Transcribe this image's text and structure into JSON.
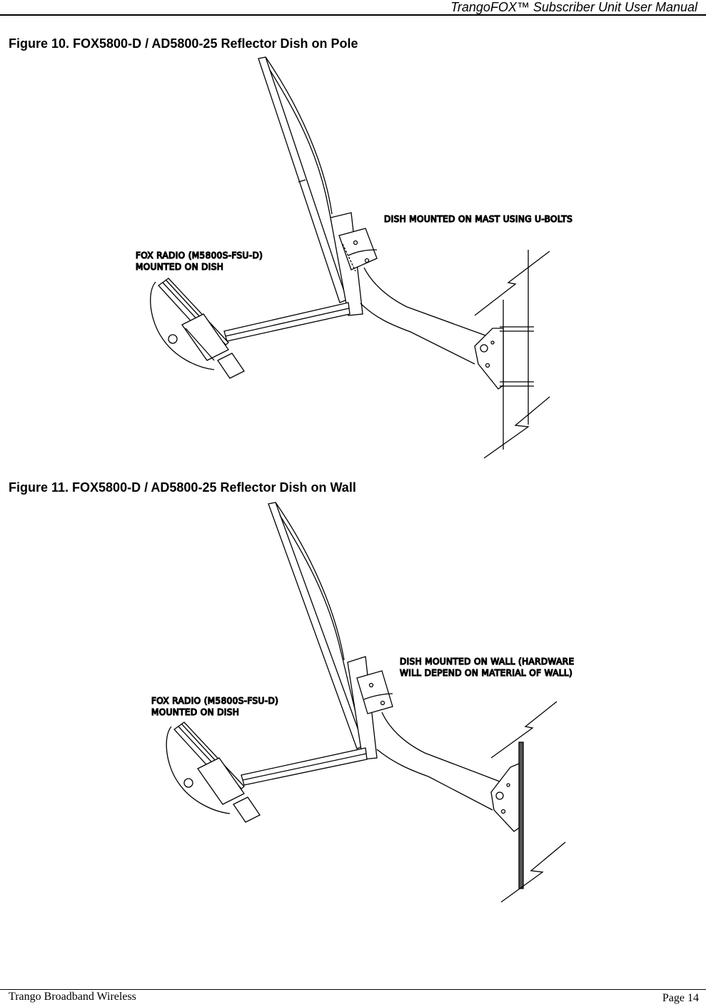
{
  "header": {
    "title": "TrangoFOX™ Subscriber Unit User Manual"
  },
  "figures": [
    {
      "caption": "Figure 10.  FOX5800-D / AD5800-25 Reflector Dish on Pole",
      "label_mount": "DISH MOUNTED ON MAST USING U-BOLTS",
      "label_radio_line1": "FOX RADIO (M5800S-FSU-D)",
      "label_radio_line2": "MOUNTED ON DISH"
    },
    {
      "caption": "Figure 11. FOX5800-D / AD5800-25 Reflector Dish on Wall",
      "label_mount_line1": "DISH MOUNTED ON WALL (HARDWARE",
      "label_mount_line2": "WILL DEPEND ON MATERIAL OF WALL)",
      "label_radio_line1": "FOX RADIO (M5800S-FSU-D)",
      "label_radio_line2": "MOUNTED ON DISH"
    }
  ],
  "footer": {
    "company": "Trango Broadband Wireless",
    "page": "Page 14"
  }
}
